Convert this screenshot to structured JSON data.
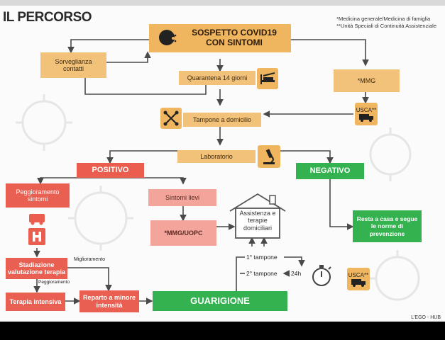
{
  "title": "IL PERCORSO",
  "legend": {
    "line1": "*Medicina generale/Medicina di famiglia",
    "line2": "**Unità Speciali di Continuità Assistenziale"
  },
  "nodes": {
    "sospetto": "SOSPETTO COVID19 CON SINTOMI",
    "sorveglianza": "Sorveglianza contatti",
    "quarantena": "Quarantena 14 giorni",
    "mmg": "*MMG",
    "usca": "USCA**",
    "tampone": "Tampone a domicilio",
    "laboratorio": "Laboratorio",
    "positivo": "POSITIVO",
    "negativo": "NEGATIVO",
    "peggioramento": "Peggioramento sintomi",
    "sintomi_lievi": "Sintomi lievi",
    "mmg_uopc": "*MMG/UOPC",
    "assistenza": "Assistenza e terapie domiciliari",
    "resta_casa": "Resta a casa e segue le norme di prevenzione",
    "stadiazione": "Stadiazione valutazione terapia",
    "miglioramento": "Miglioramento",
    "peggioramento_small": "Peggioramento",
    "terapia_intensiva": "Terapia intensiva",
    "reparto": "Reparto a minore intensità",
    "guarigione": "GUARIGIONE",
    "tampone1": "1° tampone",
    "tampone2": "2° tampone",
    "h24": "24h",
    "usca2": "USCA**"
  },
  "credit": "L'EGO - HUB",
  "colors": {
    "tan": "#f2c27a",
    "red": "#ea5d4f",
    "pink": "#f3a59b",
    "green": "#33b24f",
    "line": "#4a4a4a"
  },
  "icons": [
    "sneeze-face-icon",
    "bed-icon",
    "swab-icon",
    "microscope-icon",
    "ambulance-icon",
    "hospital-icon",
    "house-icon",
    "stopwatch-icon",
    "virus-watermark-icon"
  ]
}
